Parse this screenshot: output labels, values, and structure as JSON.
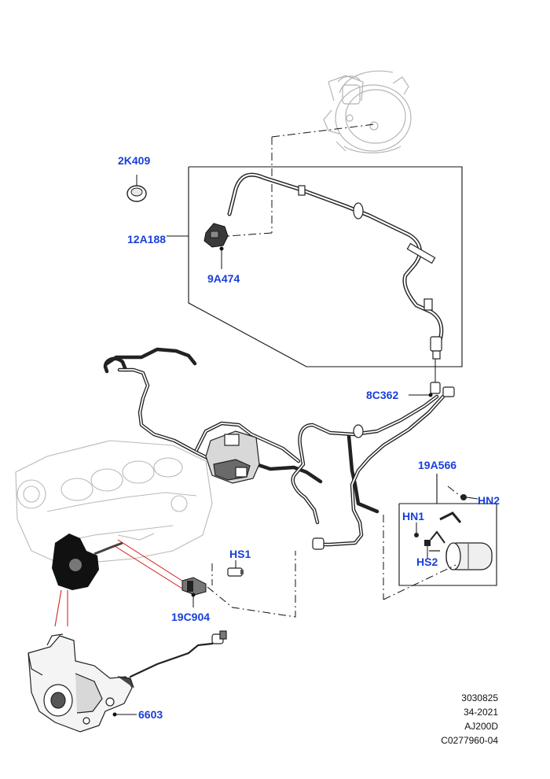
{
  "colors": {
    "callout": "#1a3fd8",
    "line": "#111111",
    "component_faint": "#b9b9b9",
    "hose": "#222222",
    "leader_red": "#d41010"
  },
  "callouts": {
    "c_2K409": "2K409",
    "c_12A188": "12A188",
    "c_9A474": "9A474",
    "c_8C362": "8C362",
    "c_19A566": "19A566",
    "c_HN2": "HN2",
    "c_HN1": "HN1",
    "c_HS2": "HS2",
    "c_HS1": "HS1",
    "c_19C904": "19C904",
    "c_6603": "6603"
  },
  "metadata": {
    "line1": "3030825",
    "line2": "34-2021",
    "line3": "AJ200D",
    "line4": "C0277960-04"
  }
}
